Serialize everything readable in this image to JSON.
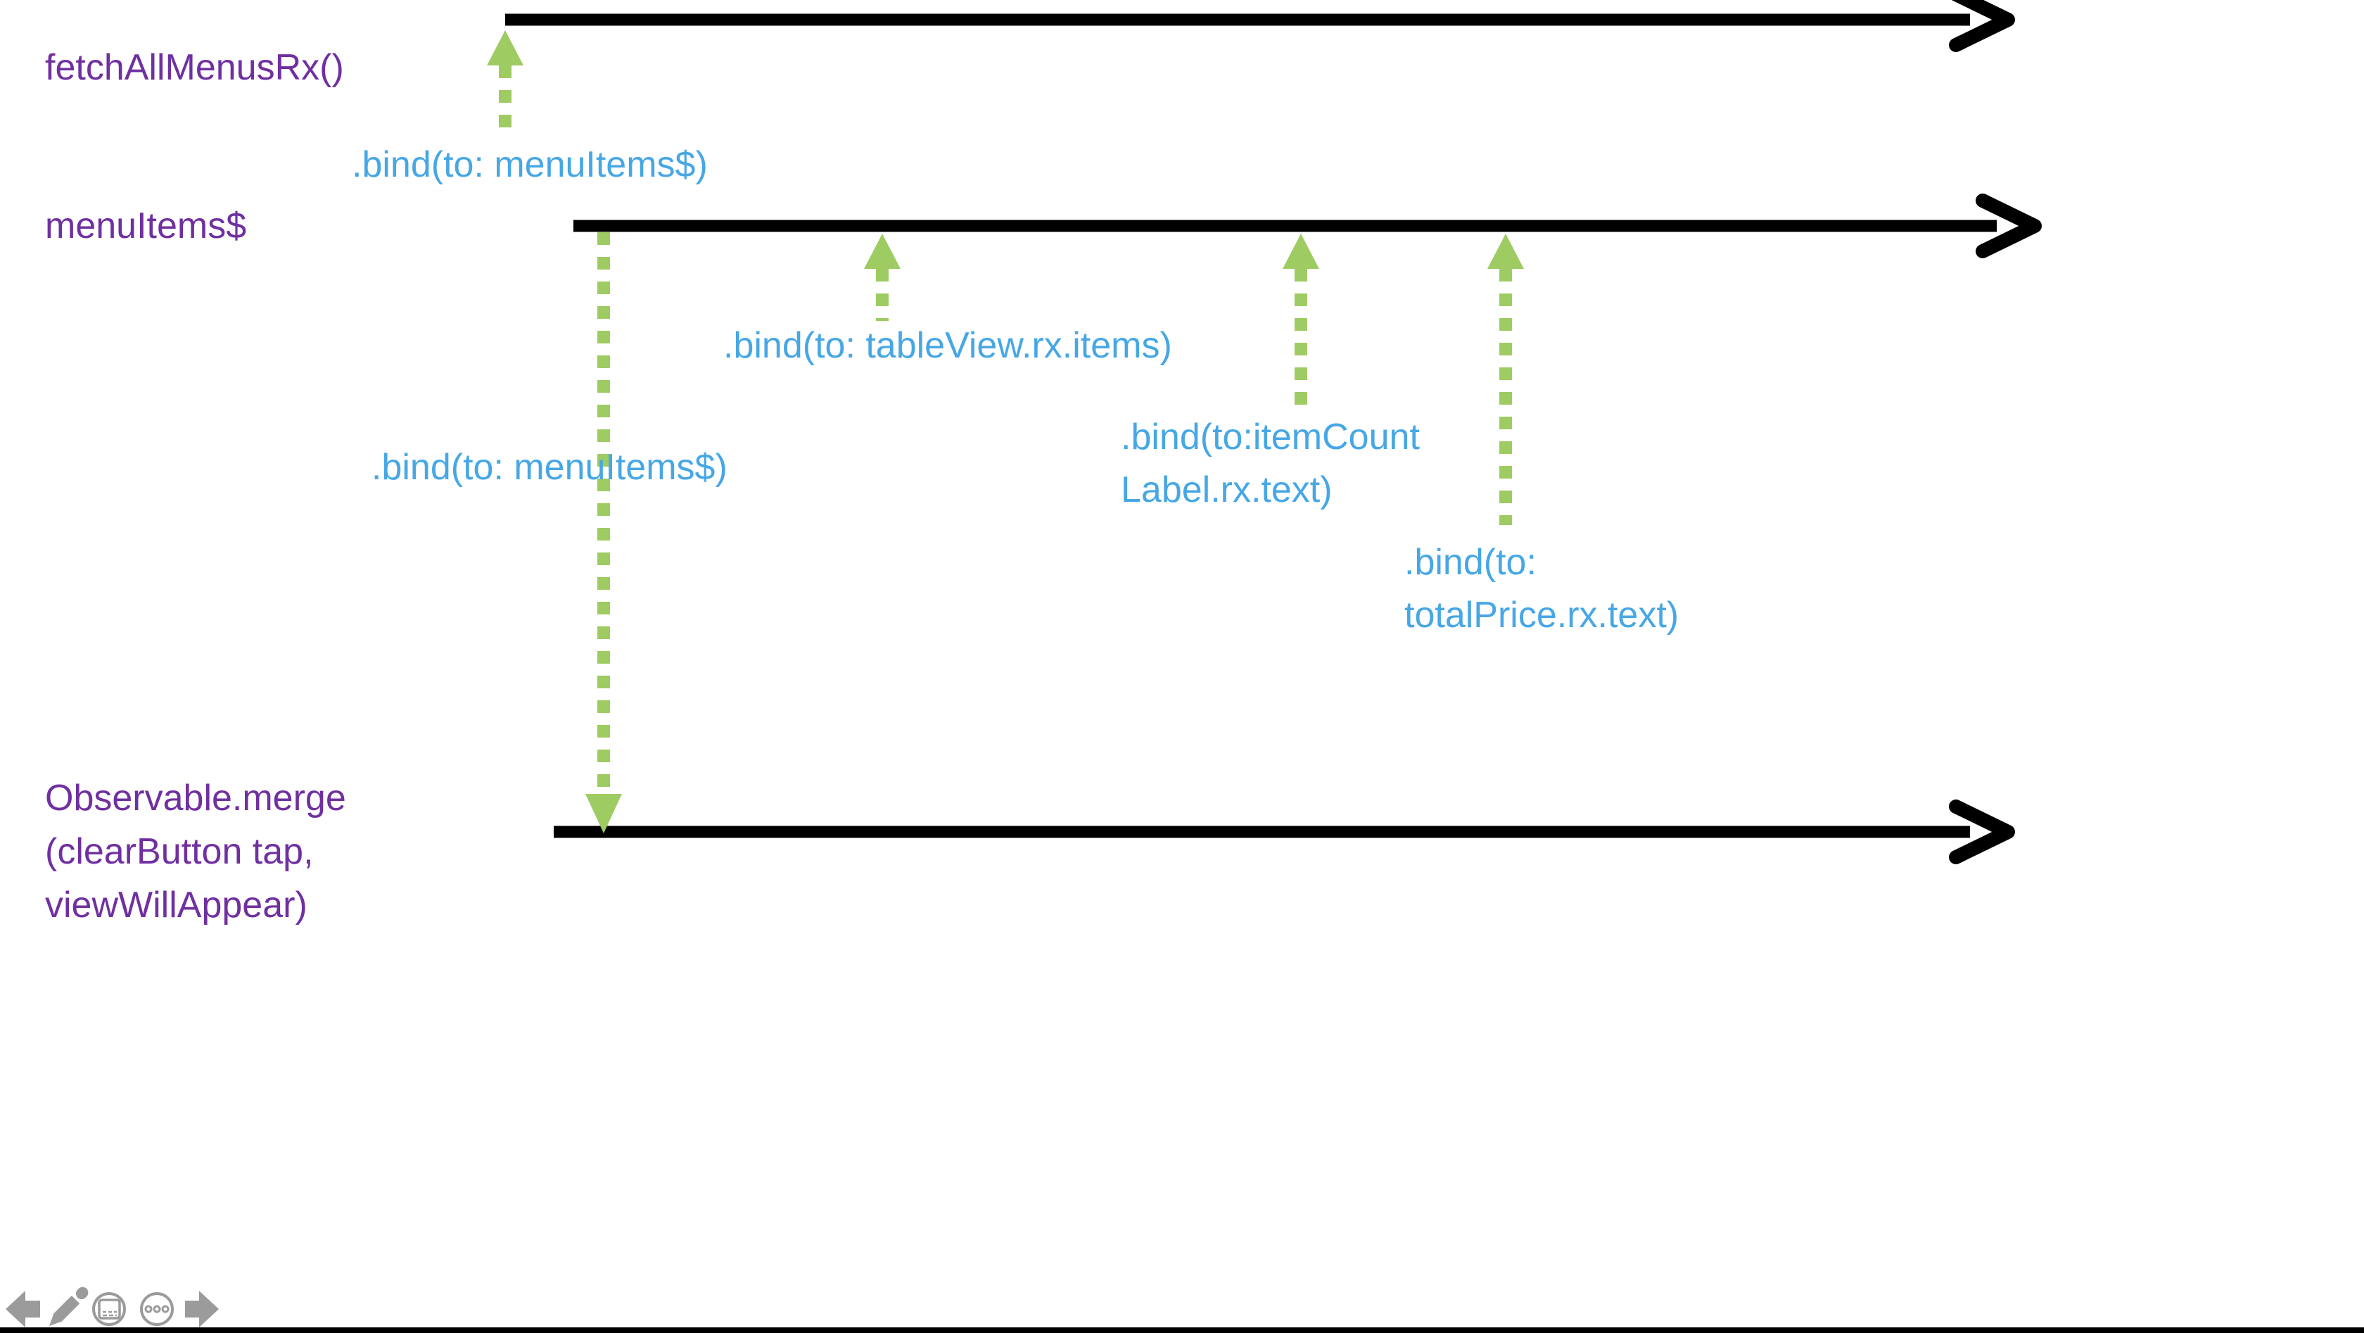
{
  "slide": {
    "streams": [
      {
        "label": "fetchAllMenusRx()"
      },
      {
        "label": "menuItems$"
      },
      {
        "label": "Observable.merge\n(clearButton tap,\nviewWillAppear)"
      }
    ],
    "bindings": [
      {
        "label": ".bind(to: menuItems$)"
      },
      {
        "label": ".bind(to: tableView.rx.items)"
      },
      {
        "label": ".bind(to:itemCount\nLabel.rx.text)"
      },
      {
        "label": ".bind(to:\ntotalPrice.rx.text)"
      },
      {
        "label": ".bind(to: menuItems$)"
      }
    ]
  },
  "colors": {
    "stream_label_purple": "#7030A0",
    "binding_label_blue": "#47A7E5",
    "arrow_green": "#9FCB63",
    "timeline_black": "#000000",
    "toolbar_gray": "#9B9B9B",
    "background": "#FFFFFF"
  },
  "toolbar": {
    "icons": [
      {
        "name": "previous-slide-arrow"
      },
      {
        "name": "pen-tools"
      },
      {
        "name": "see-all-slides"
      },
      {
        "name": "more-options"
      },
      {
        "name": "next-slide-arrow"
      }
    ]
  }
}
